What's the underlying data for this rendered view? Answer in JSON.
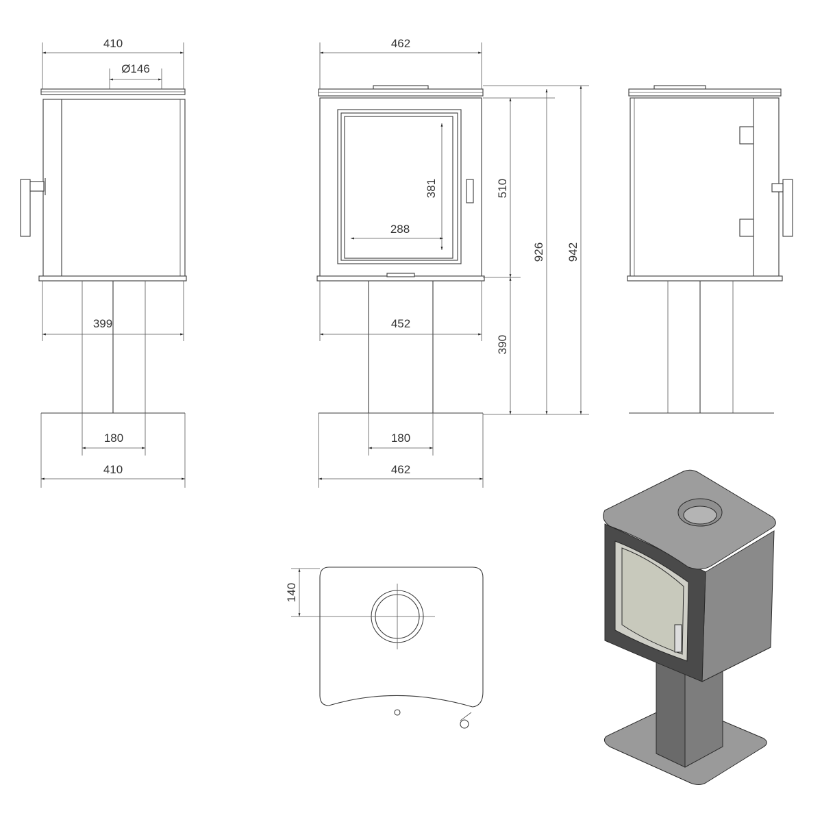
{
  "side_view_left": {
    "width_top": "410",
    "flue_diameter": "Ø146",
    "width_bottom": "399",
    "pedestal_width": "180",
    "foot_width": "410"
  },
  "front_view": {
    "width_top": "462",
    "glass_height": "381",
    "glass_width": "288",
    "body_height": "510",
    "flue_height": "926",
    "total_height": "942",
    "width_bottom": "452",
    "pedestal_height": "390",
    "pedestal_width": "180",
    "foot_width": "462"
  },
  "top_view": {
    "flue_offset": "140"
  },
  "colors": {
    "line": "#3a3a3a",
    "render_body": "#8a8a8a",
    "render_top": "#9d9d9d",
    "render_dark": "#4a4a4a"
  }
}
